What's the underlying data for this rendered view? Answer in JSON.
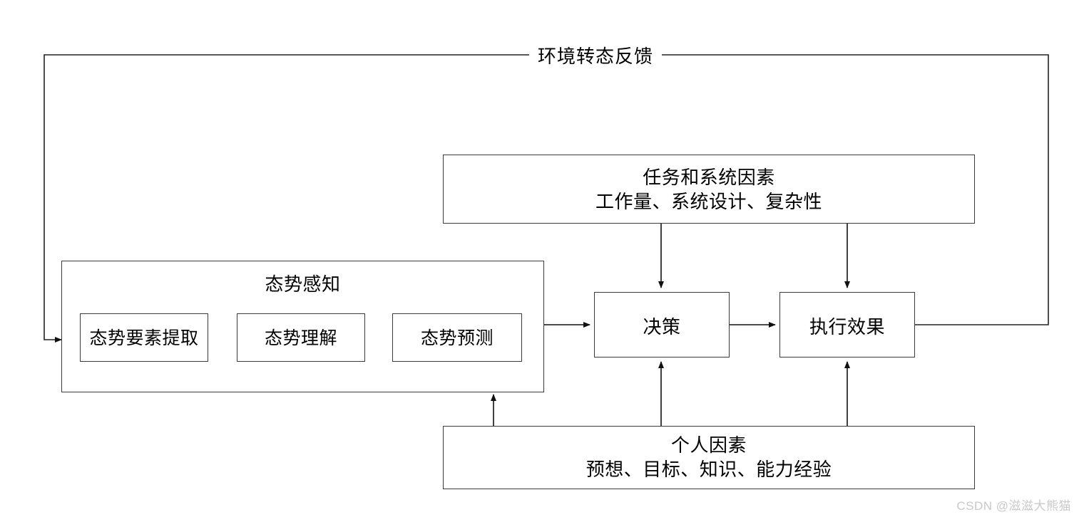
{
  "diagram": {
    "title_label": "环境转态反馈",
    "watermark": "CSDN @滋滋大熊猫",
    "colors": {
      "stroke": "#3a3a3a",
      "text": "#000000",
      "background": "#ffffff",
      "watermark": "#c9c9c9"
    },
    "nodes": {
      "task_system": {
        "line1": "任务和系统因素",
        "line2": "工作量、系统设计、复杂性"
      },
      "situation_awareness": {
        "title": "态势感知",
        "children": [
          {
            "label": "态势要素提取"
          },
          {
            "label": "态势理解"
          },
          {
            "label": "态势预测"
          }
        ]
      },
      "decision": {
        "label": "决策"
      },
      "execution": {
        "label": "执行效果"
      },
      "personal_factors": {
        "line1": "个人因素",
        "line2": "预想、目标、知识、能力经验"
      }
    },
    "edges": [
      {
        "from": "task_system",
        "to": "decision"
      },
      {
        "from": "task_system",
        "to": "execution"
      },
      {
        "from": "situation_awareness",
        "to": "decision"
      },
      {
        "from": "decision",
        "to": "execution"
      },
      {
        "from": "personal_factors",
        "to": "situation_awareness"
      },
      {
        "from": "personal_factors",
        "to": "decision"
      },
      {
        "from": "personal_factors",
        "to": "execution"
      },
      {
        "from": "execution",
        "to": "situation_awareness",
        "label": "环境转态反馈"
      }
    ]
  }
}
